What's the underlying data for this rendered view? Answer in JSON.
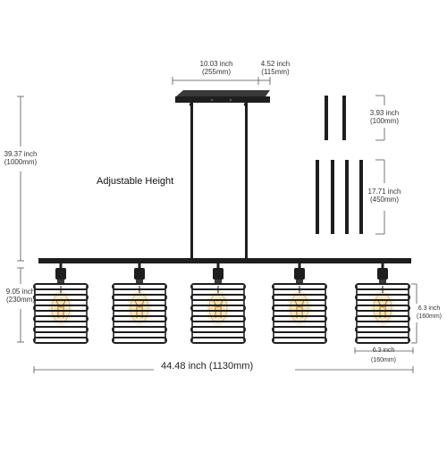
{
  "dimensions": {
    "canopy_width": {
      "inch": "10.03 inch",
      "mm": "(255mm)"
    },
    "canopy_depth": {
      "inch": "4.52 inch",
      "mm": "(115mm)"
    },
    "overall_height": {
      "inch": "39.37 inch",
      "mm": "(1000mm)"
    },
    "short_rod": {
      "inch": "3.93 inch",
      "mm": "(100mm)"
    },
    "long_rod": {
      "inch": "17.71 inch",
      "mm": "(450mm)"
    },
    "shade_height": {
      "inch": "9.05 inch",
      "mm": "(230mm)"
    },
    "cage_height": {
      "inch": "6.3 inch",
      "mm": "(160mm)"
    },
    "cage_width": {
      "inch": "6.3 inch",
      "mm": "(160mm)"
    },
    "total_length": "44.48 inch (1130mm)"
  },
  "labels": {
    "adjustable_height": "Adjustable Height"
  },
  "colors": {
    "metal": "#1e1e1e",
    "bulb_glow": "#e8c27a",
    "filament": "#b8741f",
    "dimension_line": "#555555"
  }
}
